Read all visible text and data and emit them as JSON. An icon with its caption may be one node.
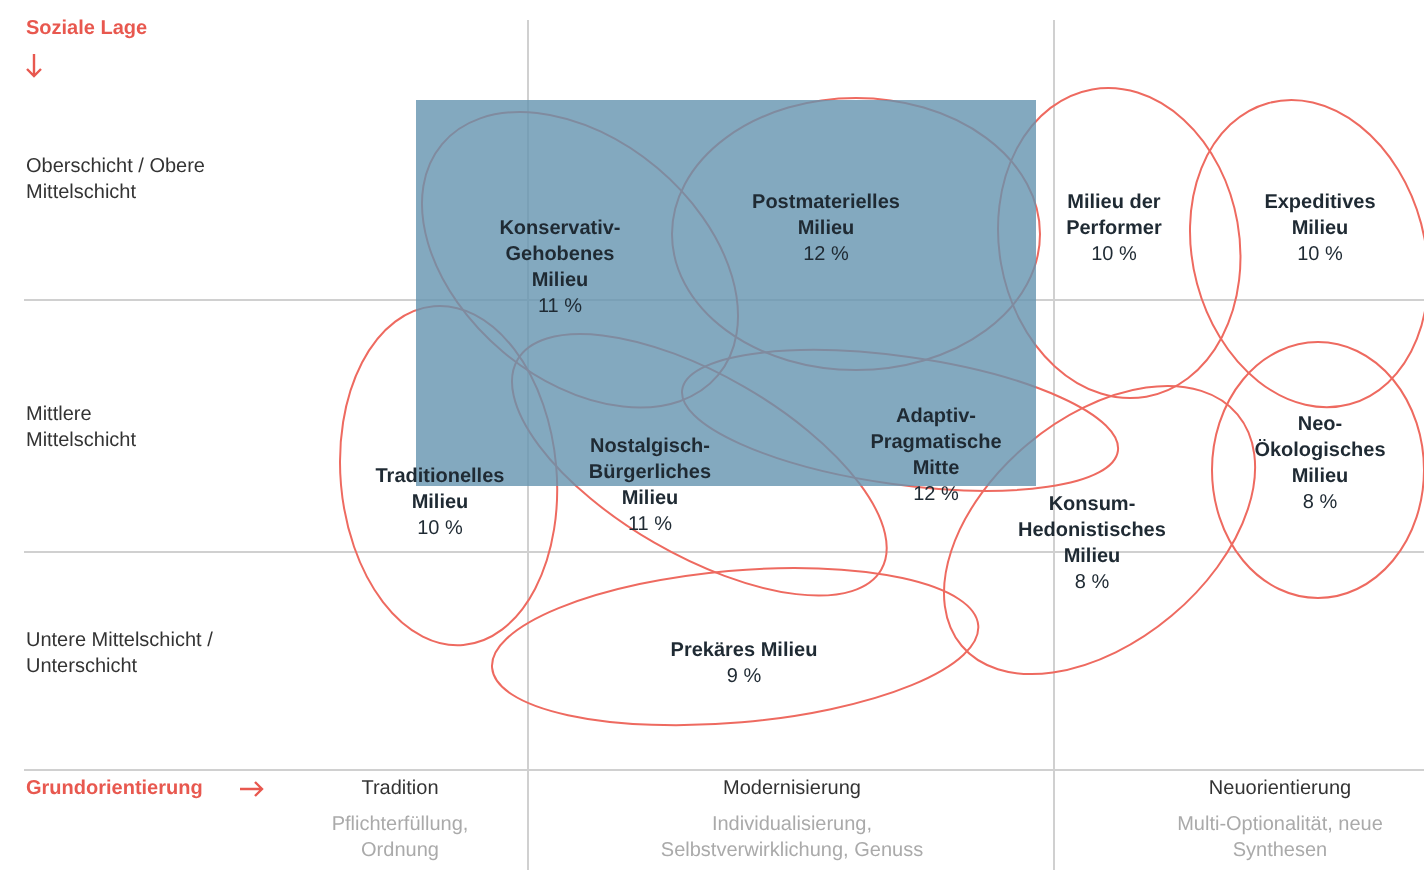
{
  "diagram": {
    "nodes": [
      {
        "text": [
          "Konservativ-Gehobenes Milieu",
          "11 %"
        ]
      },
      {
        "text": [
          "Postmaterielles Milieu",
          "12 %"
        ]
      },
      {
        "text": [
          "Milieu der Performer",
          "10 %"
        ]
      },
      {
        "text": [
          "Expeditives Milieu",
          "10 %"
        ]
      },
      {
        "text": [
          "Traditionelles Milieu",
          "10 %"
        ]
      },
      {
        "text": [
          "Nostalgisch-Bürgerliches Milieu",
          "11 %"
        ]
      },
      {
        "text": [
          "Adaptiv-Pragmatische Mitte",
          "12 %"
        ]
      },
      {
        "text": [
          "Konsum-Hedonistisches Milieu",
          "8 %"
        ]
      },
      {
        "text": [
          "Neo-Ökologisches Milieu",
          "8 %"
        ]
      },
      {
        "text": [
          "Prekäres Milieu",
          "9 %"
        ]
      }
    ],
    "labels": [
      "Soziale Lage",
      "Oberschicht / Obere Mittelschicht",
      "Mittlere Mittelschicht",
      "Untere Mittelschicht / Unterschicht",
      "Grundorientierung",
      "Tradition",
      "Pflichterfüllung, Ordnung",
      "Modernisierung",
      "Individualisierung, Selbstverwirklichung, Genuss",
      "Neuorientierung",
      "Multi-Optionalität, neue Synthesen"
    ]
  }
}
